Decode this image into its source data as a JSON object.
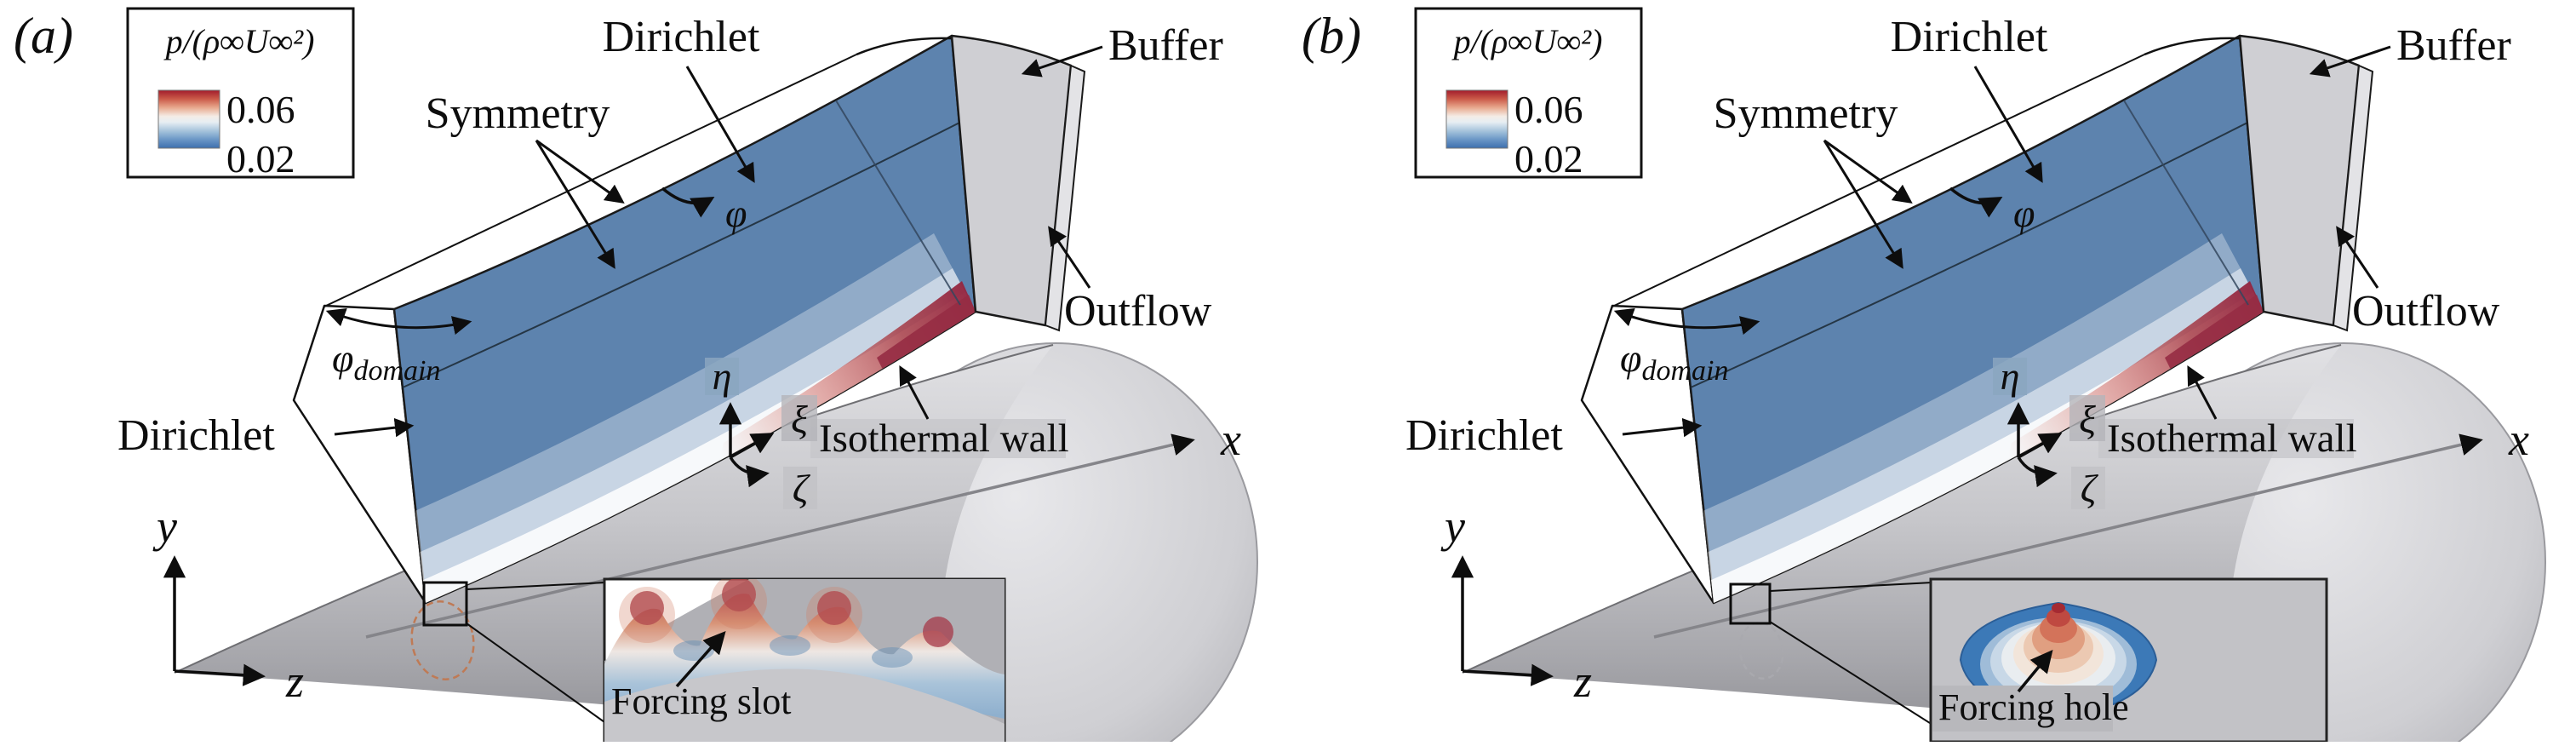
{
  "figure": {
    "colorbar": {
      "title": "p/(ρ∞U∞²)",
      "max": "0.06",
      "min": "0.02",
      "color_high": "#a21c2c",
      "color_low": "#3e6fae"
    },
    "colors": {
      "domain_blue": "#5d83ae",
      "wall_red": "#962c44",
      "cone_gray": "#c6c6ca",
      "buffer_gray": "#cfcfd3"
    },
    "panels": [
      {
        "panel_label": "(a)",
        "labels": {
          "dirichlet_top": "Dirichlet",
          "symmetry": "Symmetry",
          "buffer": "Buffer",
          "outflow": "Outflow",
          "dirichlet_left": "Dirichlet",
          "isothermal_wall": "Isothermal wall",
          "phi": "φ",
          "phi_domain": "φ",
          "phi_domain_sub": "domain",
          "eta": "η",
          "xi": "ξ",
          "zeta": "ζ",
          "axis_x": "x",
          "axis_y": "y",
          "axis_z": "z"
        },
        "inset": {
          "label": "Forcing slot"
        }
      },
      {
        "panel_label": "(b)",
        "labels": {
          "dirichlet_top": "Dirichlet",
          "symmetry": "Symmetry",
          "buffer": "Buffer",
          "outflow": "Outflow",
          "dirichlet_left": "Dirichlet",
          "isothermal_wall": "Isothermal wall",
          "phi": "φ",
          "phi_domain": "φ",
          "phi_domain_sub": "domain",
          "eta": "η",
          "xi": "ξ",
          "zeta": "ζ",
          "axis_x": "x",
          "axis_y": "y",
          "axis_z": "z"
        },
        "inset": {
          "label": "Forcing hole"
        }
      }
    ]
  }
}
